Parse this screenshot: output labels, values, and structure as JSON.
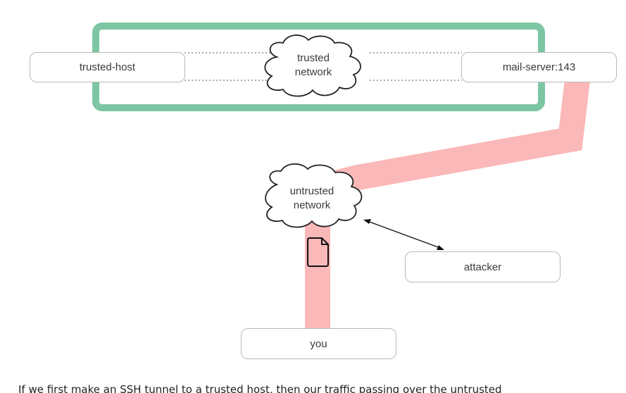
{
  "nodes": {
    "trusted_host": "trusted-host",
    "mail_server": "mail-server:143",
    "attacker": "attacker",
    "you": "you"
  },
  "clouds": {
    "trusted": {
      "line1": "trusted",
      "line2": "network"
    },
    "untrusted": {
      "line1": "untrusted",
      "line2": "network"
    }
  },
  "caption": "If we first make an SSH tunnel to a trusted host, then our traffic passing over the untrusted",
  "colors": {
    "trusted_boundary": "#7ec6a3",
    "tunnel": "#fbb8b8",
    "box_border": "#b9b9b9"
  },
  "icons": [
    "document-icon",
    "cloud-icon",
    "double-arrow-icon"
  ]
}
